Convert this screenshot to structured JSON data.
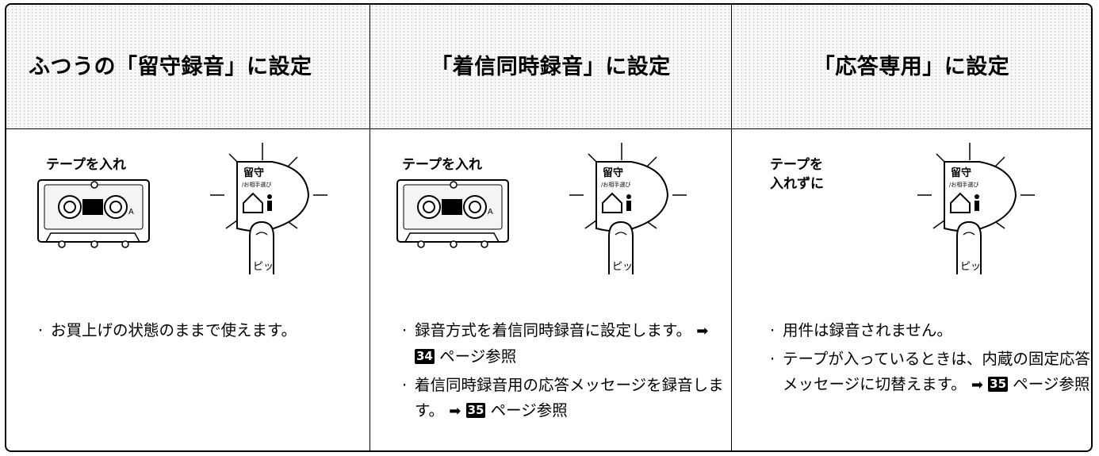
{
  "columns": [
    {
      "title": "ふつうの「留守録音」に設定",
      "label": "テープを入れ",
      "button": {
        "label": "留守",
        "sublabel": "/お相手選び",
        "sound": "ピッ"
      },
      "notes": [
        {
          "text": "お買上げの状態のままで使えます。"
        }
      ]
    },
    {
      "title": "「着信同時録音」に設定",
      "label": "テープを入れ",
      "button": {
        "label": "留守",
        "sublabel": "/お相手選び",
        "sound": "ピッ"
      },
      "notes": [
        {
          "text": "録音方式を着信同時録音に設定します。",
          "arrow": "➡",
          "page": "34",
          "ref_text": "ページ参照"
        },
        {
          "text": "着信同時録音用の応答メッセージを録音します。",
          "arrow": "➡",
          "page": "35",
          "ref_text": "ページ参照"
        }
      ]
    },
    {
      "title": "「応答専用」に設定",
      "label": "テープを\n入れずに",
      "button": {
        "label": "留守",
        "sublabel": "/お相手選び",
        "sound": "ピッ"
      },
      "notes": [
        {
          "text": "用件は録音されません。"
        },
        {
          "text": "テープが入っているときは、内蔵の固定応答メッセージに切替えます。",
          "arrow": "➡",
          "page": "35",
          "ref_text": "ページ参照"
        }
      ]
    }
  ]
}
